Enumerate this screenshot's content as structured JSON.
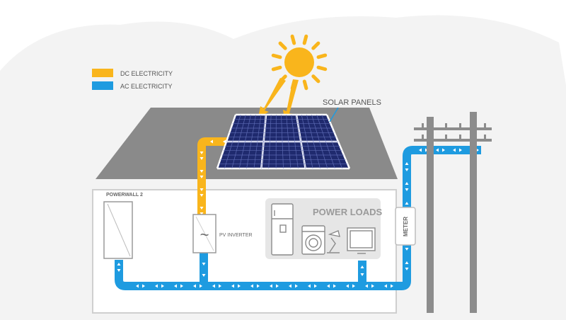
{
  "legend": [
    {
      "label": "DC ELECTRICITY",
      "color": "#F9B51C"
    },
    {
      "label": "AC ELECTRICITY",
      "color": "#1E9BE0"
    }
  ],
  "labels": {
    "solar_panels": "SOLAR PANELS",
    "powerwall": "POWERWALL 2",
    "pv_inverter": "PV INVERTER",
    "power_loads": "POWER LOADS",
    "meter": "METER"
  },
  "icons": {
    "sun": "sun-icon",
    "inverter_symbol": "~",
    "loads": [
      "refrigerator-icon",
      "washing-machine-icon",
      "desk-lamp-icon",
      "television-icon"
    ]
  },
  "colors": {
    "dc": "#F9B51C",
    "ac": "#1E9BE0",
    "roof": "#8A8A8A",
    "panel": "#1F2A6E",
    "pole": "#8C8C8C",
    "house_outline": "#CFCFCF",
    "loads_box": "#E6E6E6",
    "sky": "#F2F2F2"
  }
}
